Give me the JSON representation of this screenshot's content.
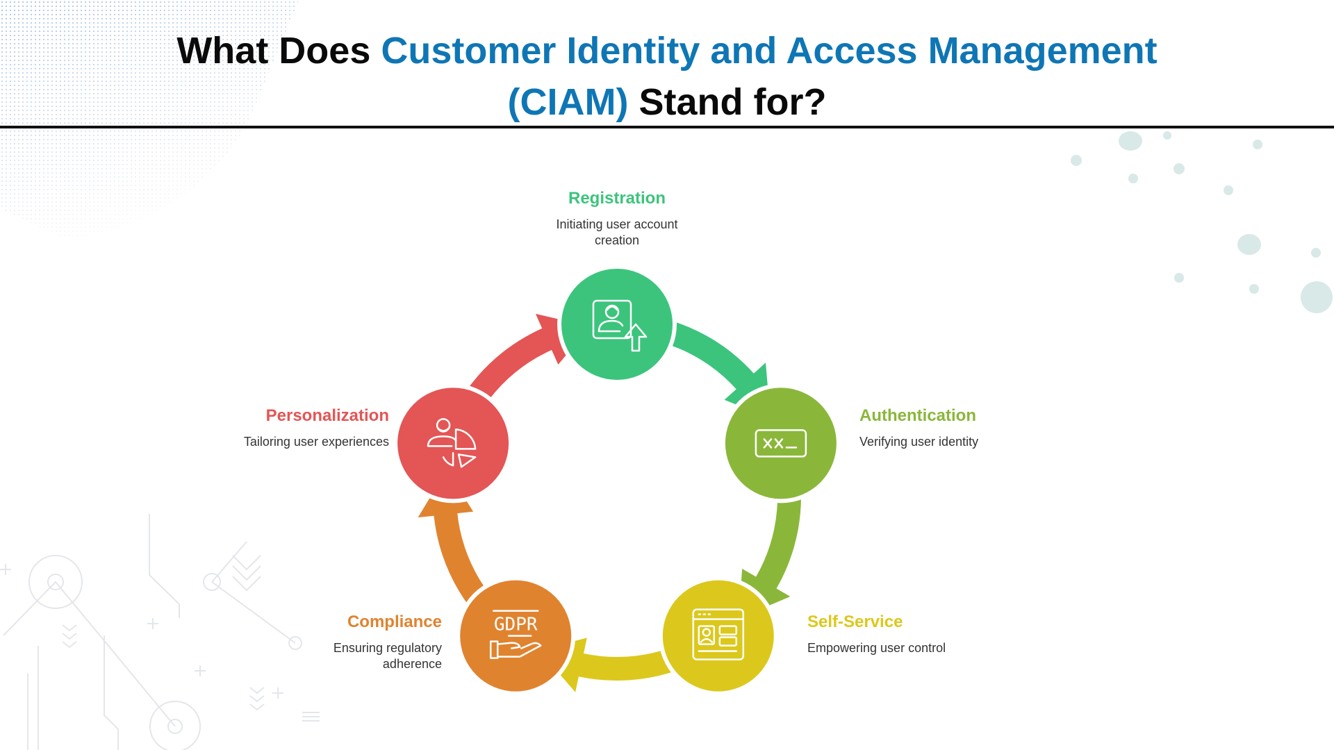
{
  "title": {
    "part1": "What Does ",
    "highlight_line1": "Customer Identity and Access Management",
    "highlight_line2": "(CIAM)",
    "part2": " Stand for?"
  },
  "colors": {
    "title_text": "#0a0a0a",
    "title_highlight": "#0f76b5",
    "registration": "#3cc47c",
    "authentication": "#8ab73a",
    "self_service": "#dcc81c",
    "compliance": "#e0832f",
    "personalization": "#e45555"
  },
  "steps": [
    {
      "key": "registration",
      "title": "Registration",
      "description": "Initiating user account creation",
      "icon": "user-upload-icon"
    },
    {
      "key": "authentication",
      "title": "Authentication",
      "description": "Verifying user identity",
      "icon": "password-field-icon"
    },
    {
      "key": "self_service",
      "title": "Self-Service",
      "description": "Empowering user control",
      "icon": "user-dashboard-icon"
    },
    {
      "key": "compliance",
      "title": "Compliance",
      "description": "Ensuring regulatory adherence",
      "icon": "gdpr-hand-icon",
      "icon_text": "GDPR"
    },
    {
      "key": "personalization",
      "title": "Personalization",
      "description": "Tailoring user experiences",
      "icon": "user-pie-chart-icon"
    }
  ]
}
